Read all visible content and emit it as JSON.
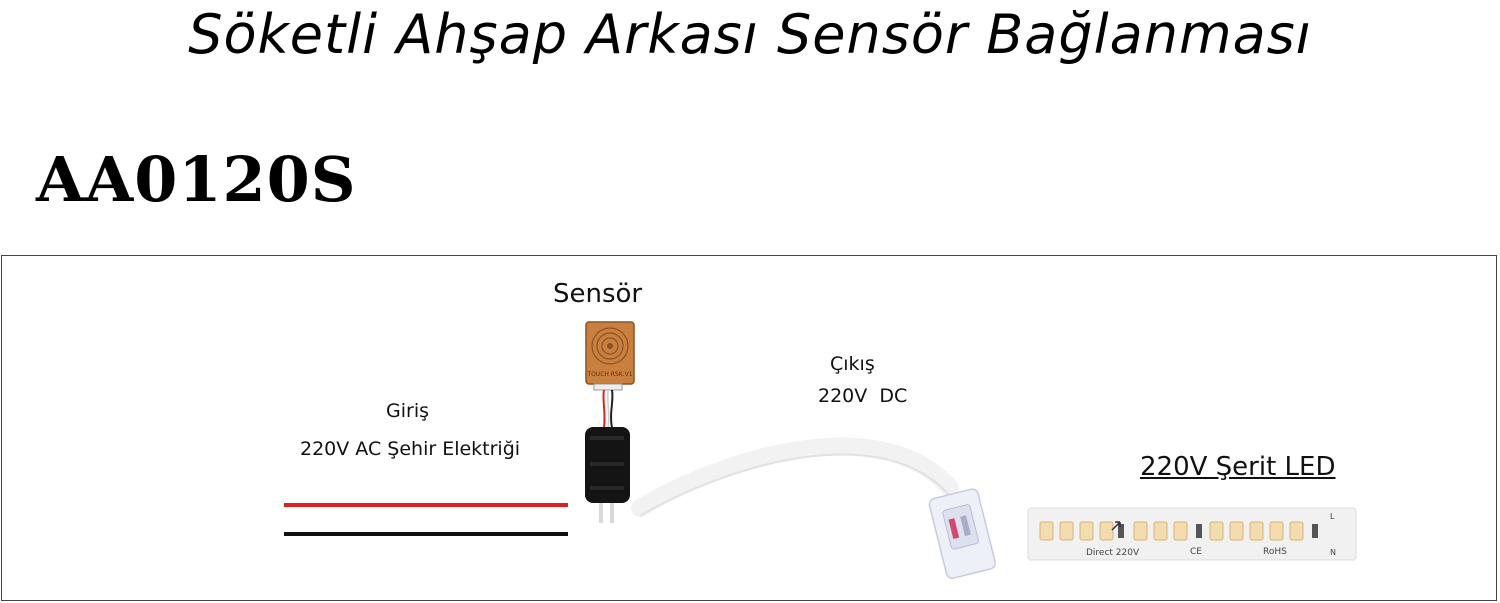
{
  "title": "Söketli Ahşap Arkası Sensör Bağlanması",
  "model": "AA0120S",
  "diagram": {
    "sensor_label": "Sensör",
    "sensor_board_text": "TOUCH RSK.V1",
    "input_label": "Giriş",
    "input_spec": "220V AC Şehir Elektriği",
    "output_label": "Çıkış",
    "output_spec": "220V  DC",
    "led_label": "220V Şerit LED",
    "led_strip_marking": "Direct 220V",
    "led_ce": "CE",
    "led_rohs": "RoHS",
    "led_l": "L",
    "led_n": "N"
  },
  "colors": {
    "live_wire": "#e02020",
    "neutral_wire": "#111111",
    "sensor_board": "#c9803f",
    "led_chip": "#f3dcae"
  }
}
